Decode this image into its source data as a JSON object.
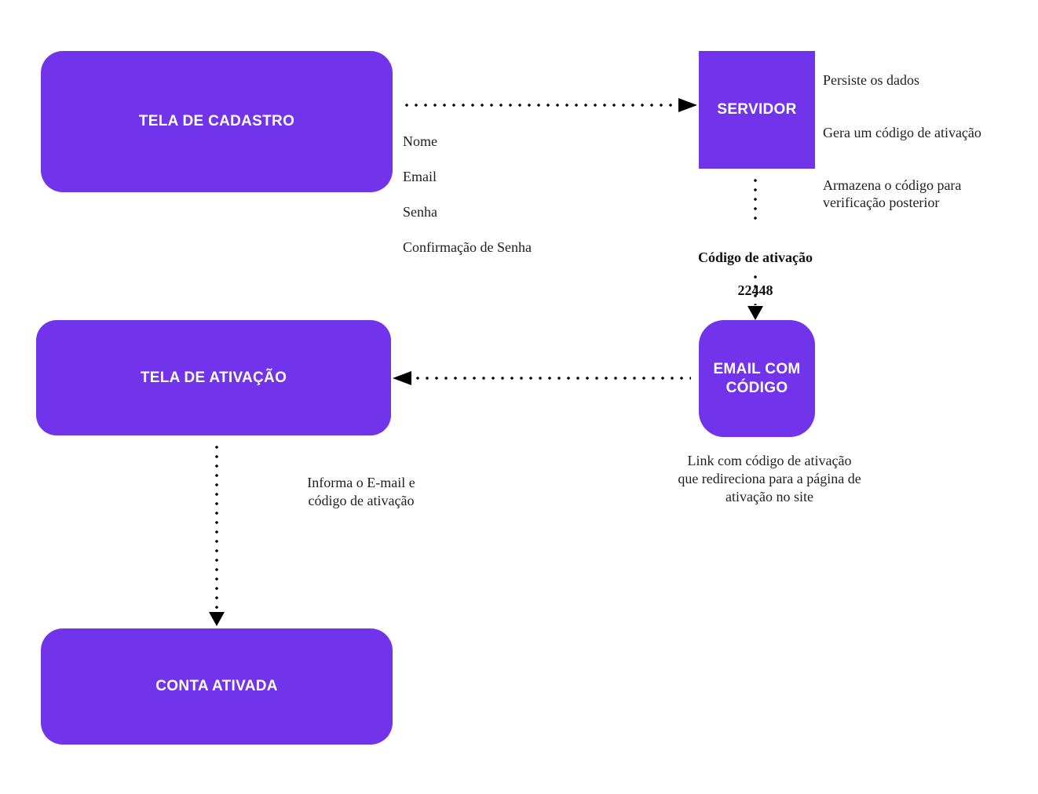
{
  "diagram": {
    "background_color": "#ffffff",
    "accent_color": "#7134EA",
    "node_text_color": "#ffffff",
    "line_color": "#000000",
    "annotation_text_color": "#1f1f1f",
    "nodes": {
      "tela_cadastro": {
        "label": "TELA DE CADASTRO"
      },
      "servidor": {
        "label": "SERVIDOR"
      },
      "tela_ativacao": {
        "label": "TELA DE ATIVAÇÃO"
      },
      "email_codigo": {
        "label": "EMAIL COM\nCÓDIGO"
      },
      "conta_ativada": {
        "label": "CONTA ATIVADA"
      }
    },
    "edges": [
      {
        "from": "tela_cadastro",
        "to": "servidor",
        "style": "dotted-arrow"
      },
      {
        "from": "servidor",
        "to": "email_codigo",
        "style": "dotted-arrow"
      },
      {
        "from": "email_codigo",
        "to": "tela_ativacao",
        "style": "dotted-arrow"
      },
      {
        "from": "tela_ativacao",
        "to": "conta_ativada",
        "style": "dotted-arrow"
      }
    ],
    "annotations": {
      "cadastro_fields": [
        "Nome",
        "Email",
        "Senha",
        "Confirmação de Senha"
      ],
      "servidor_notes": [
        "Persiste os dados",
        "Gera um código de ativação",
        "Armazena o código para\nverificação posterior"
      ],
      "codigo_ativacao_label": "Código de ativação",
      "codigo_ativacao_value": "22448",
      "email_note": "Link com código de ativação\nque redireciona para a página de\nativação no site",
      "ativacao_note": "Informa o E-mail e\ncódigo de ativação"
    }
  }
}
